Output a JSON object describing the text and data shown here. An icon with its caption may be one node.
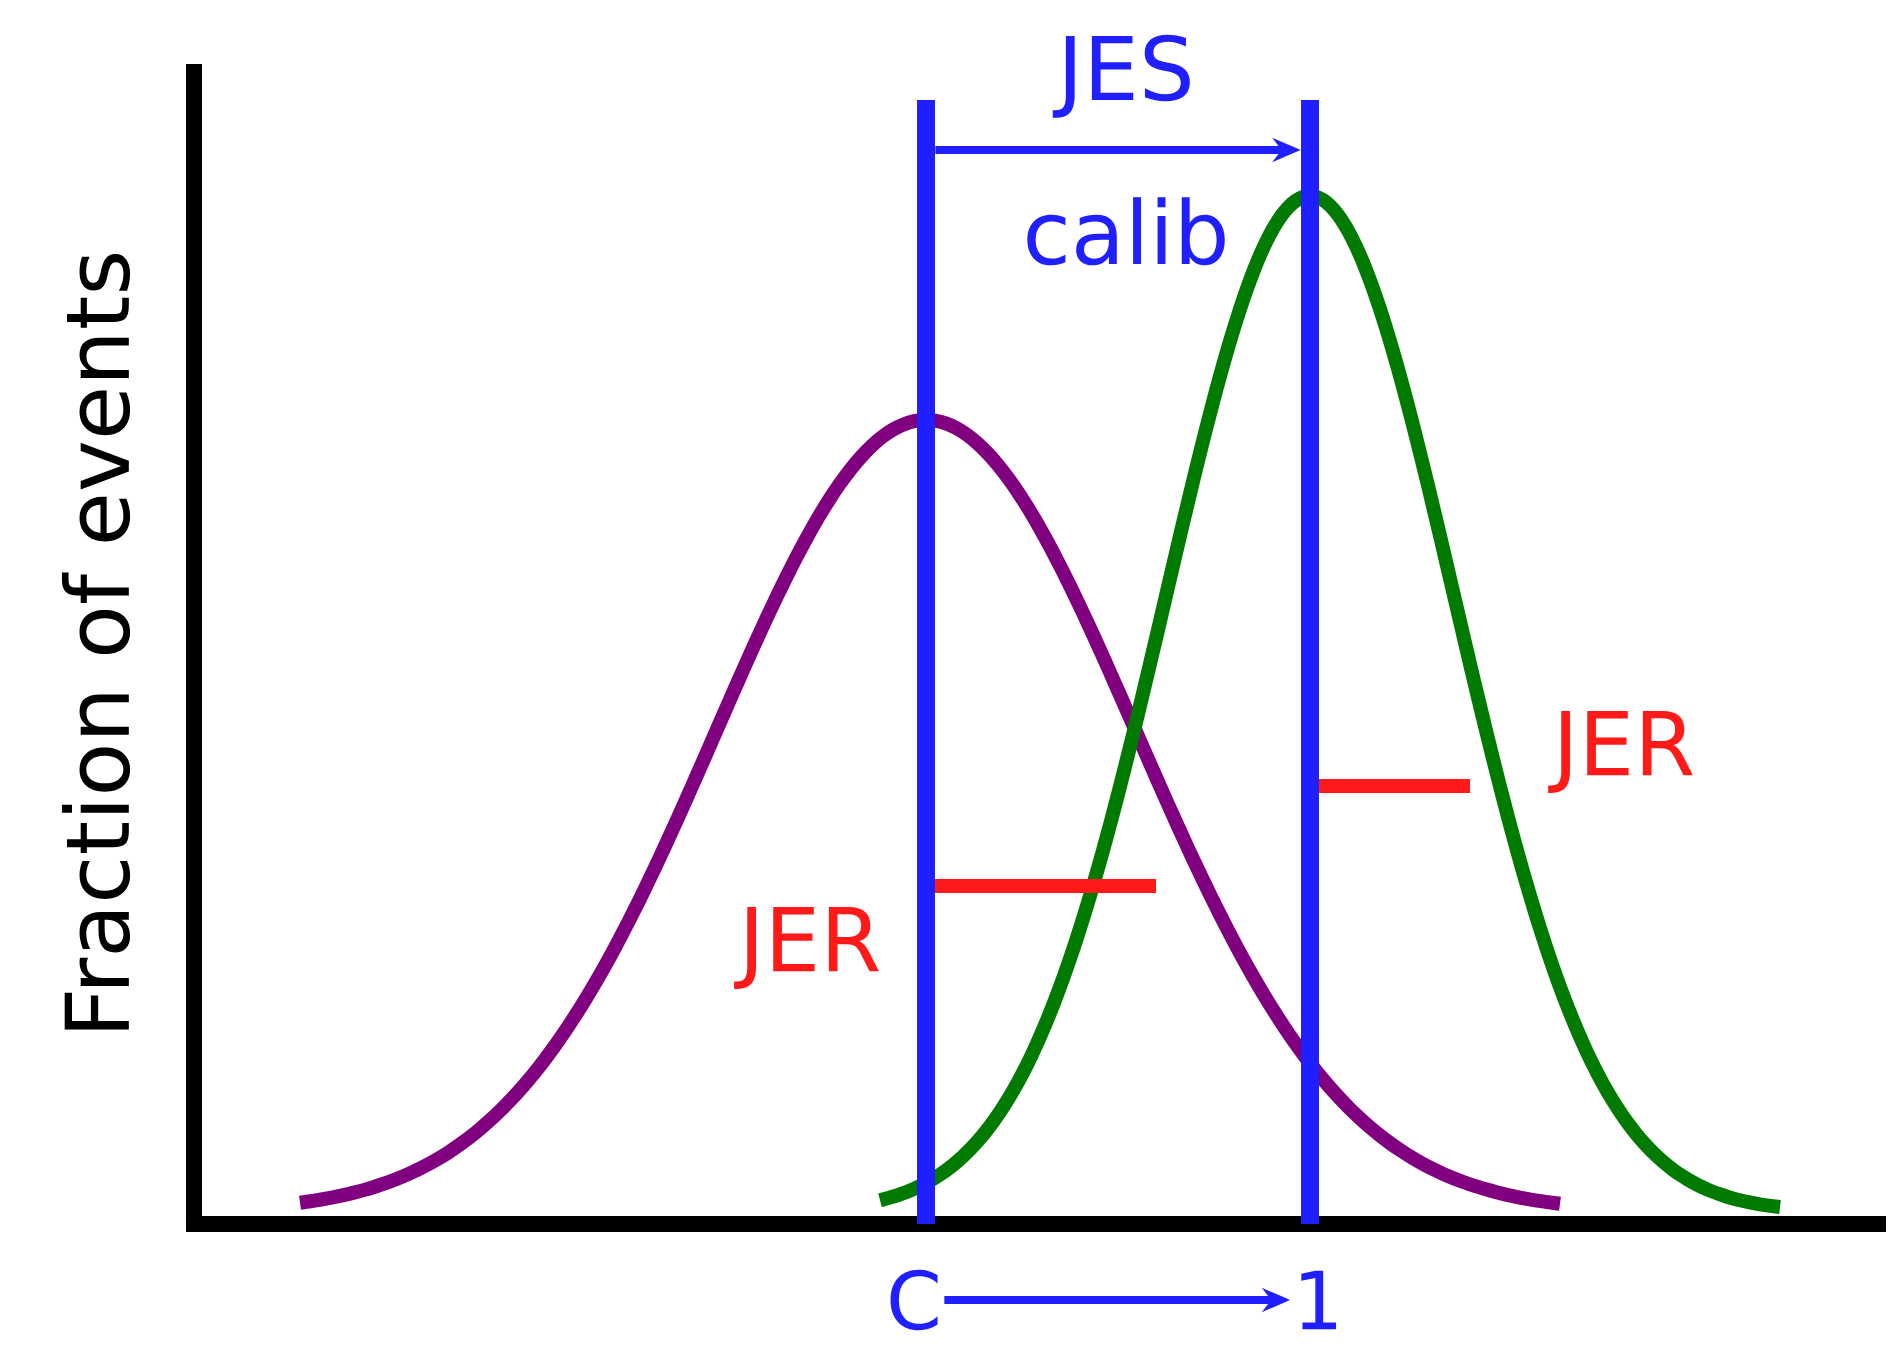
{
  "diagram": {
    "nodes": [
      {
        "text": [
          "C"
        ]
      },
      {
        "text": [
          "1"
        ]
      },
      {
        "text": [],
        "shape": "bar"
      },
      {
        "text": [],
        "shape": "bar"
      }
    ],
    "edges": [
      {
        "from": 0,
        "to": 1,
        "arrow": "to"
      },
      {
        "from": 2,
        "to": 3,
        "arrow": "to",
        "label": "JES calib"
      }
    ],
    "labels": [
      "Fraction of events",
      "JER",
      "JER"
    ]
  }
}
